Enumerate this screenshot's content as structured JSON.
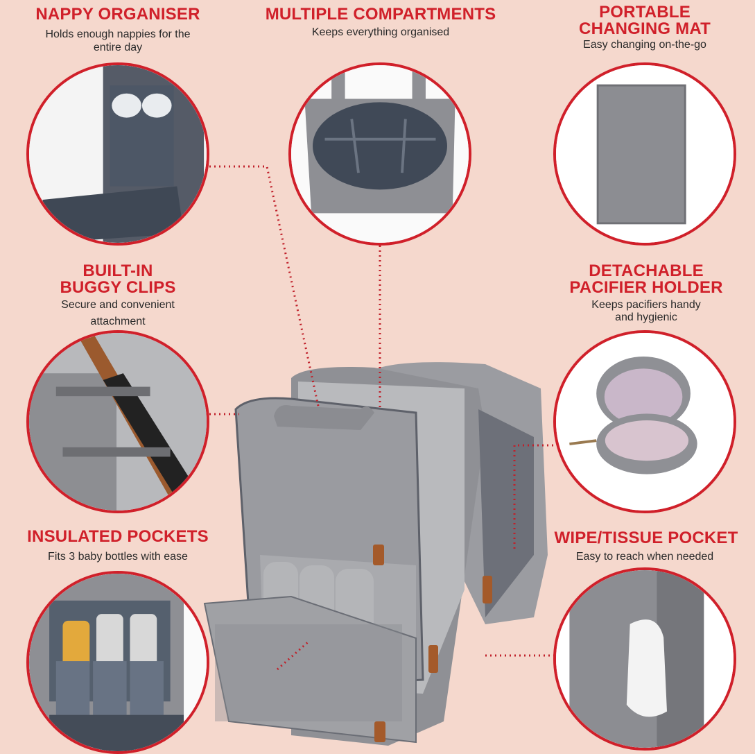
{
  "features": [
    {
      "title": "NAPPY ORGANISER",
      "subtitle": [
        "Holds enough nappies for the",
        "entire day"
      ]
    },
    {
      "title": "MULTIPLE COMPARTMENTS",
      "subtitle": [
        "Keeps everything organised"
      ]
    },
    {
      "title_lines": [
        "PORTABLE",
        "CHANGING MAT"
      ],
      "subtitle": [
        "Easy changing on-the-go"
      ]
    },
    {
      "title_lines": [
        "BUILT-IN",
        "BUGGY CLIPS"
      ],
      "subtitle": [
        "Secure and convenient",
        "attachment"
      ]
    },
    {
      "title_lines": [
        "DETACHABLE",
        "PACIFIER HOLDER"
      ],
      "subtitle": [
        "Keeps pacifiers handy",
        "and hygienic"
      ]
    },
    {
      "title": "INSULATED POCKETS",
      "subtitle": [
        "Fits 3 baby bottles with ease"
      ]
    },
    {
      "title": "WIPE/TISSUE POCKET",
      "subtitle": [
        "Easy to reach when needed"
      ]
    }
  ],
  "colors": {
    "accent": "#d0202a",
    "background": "#f5d8cd",
    "fabric": "#8e8f94"
  }
}
